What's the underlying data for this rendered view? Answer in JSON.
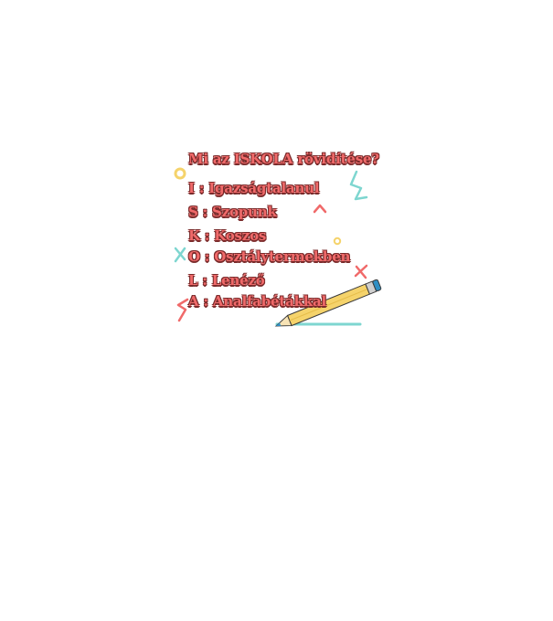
{
  "title": "Mi az ISKOLA rövidítése?",
  "lines": [
    "I : Igazságtalanul",
    "S : Szopunk",
    "K : Koszos",
    "O : Osztálytermekben",
    "L : Lenéző",
    "A : Analfabétákkal"
  ],
  "colors": {
    "text_fill": "#f06a6a",
    "text_outline": "#7a2a2a",
    "accent_yellow": "#f5d36b",
    "accent_teal": "#7ed6d0",
    "accent_red": "#f06a6a",
    "pencil_tip": "#2e8fc4"
  }
}
